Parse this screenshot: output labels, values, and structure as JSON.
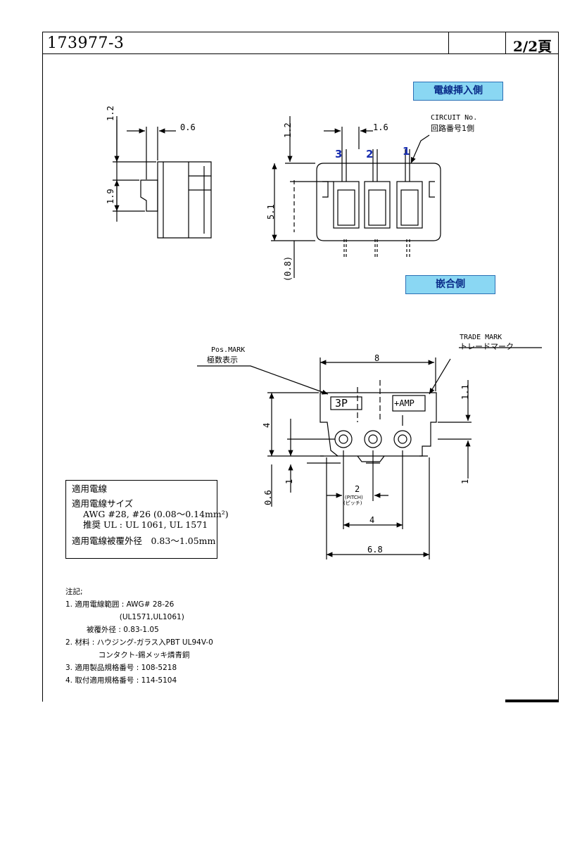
{
  "header": {
    "part_number": "173977-3",
    "page": "2/2頁"
  },
  "labels": {
    "wire_insertion_side": "電線挿入側",
    "mating_side": "嵌合側"
  },
  "top_view": {
    "dim_1_2_left": "1.2",
    "dim_0_6": "0.6",
    "dim_1_9": "1.9",
    "dim_1_2_right": "1.2",
    "dim_1_6": "1.6",
    "dim_5_1": "5.1",
    "dim_0_8": "(0.8)",
    "circuit_no_en": "CIRCUIT No.",
    "circuit_no_jp": "回路番号1側",
    "circuit_numbers": [
      "3",
      "2",
      "1"
    ]
  },
  "front_view": {
    "pos_mark_en": "Pos.MARK",
    "pos_mark_jp": "極数表示",
    "trade_mark_en": "TRADE MARK",
    "trade_mark_jp": "トレードマーク",
    "dim_8": "8",
    "dim_4_left": "4",
    "dim_1_1": "1.1",
    "dim_1_left": "1",
    "dim_1_right": "1",
    "dim_0_6": "0.6",
    "dim_2": "2",
    "pitch": "(PITCH)",
    "pitch_jp": "(ピッチ)",
    "dim_4_bottom": "4",
    "dim_6_8": "6.8",
    "marking_3p": "3P",
    "marking_amp": "+AMP"
  },
  "wire_box": {
    "title": "適用電線",
    "size_label": "適用電線サイズ",
    "awg": "AWG #28, #26 (0.08～0.14mm²)",
    "ul": "推奨 UL : UL 1061, UL 1571",
    "outer_dia": "適用電線被覆外径　0.83～1.05mm"
  },
  "notes": {
    "heading": "注記;",
    "lines": [
      "1. 適用電線範囲 : AWG# 28-26",
      "                       (UL1571,UL1061)",
      "         被覆外径 : 0.83-1.05",
      "2. 材料 : ハウジング-ガラス入PBT UL94V-0",
      "              コンタクト-錫メッキ燐青銅",
      "3. 適用製品規格番号 : 108-5218",
      "4. 取付適用規格番号 : 114-5104"
    ]
  }
}
